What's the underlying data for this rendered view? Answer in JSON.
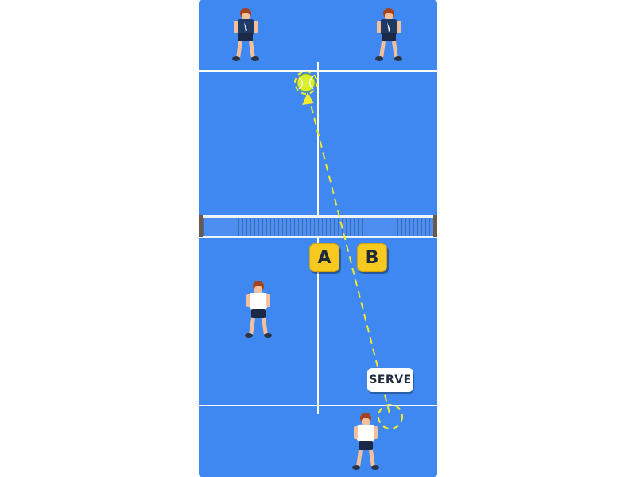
{
  "court": {
    "color": "#3f87f1",
    "line_color": "#ffffff"
  },
  "choices": [
    {
      "label": "A"
    },
    {
      "label": "B"
    }
  ],
  "serve_label": "SERVE",
  "colors": {
    "ball": "#d7f02a",
    "trajectory": "#f2ea2c",
    "button": "#f7c81e",
    "opponent_shirt": "#1f3a64",
    "player_shirt": "#ffffff"
  },
  "players": {
    "opponents": [
      "opponent",
      "opponent"
    ],
    "team": [
      "teammate",
      "server"
    ]
  }
}
